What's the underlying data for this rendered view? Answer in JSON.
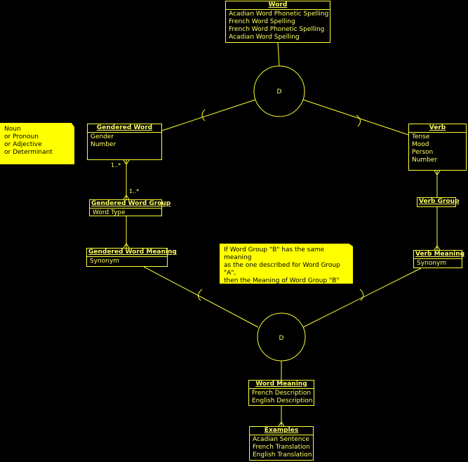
{
  "diagram": {
    "entities": {
      "word": {
        "title": "Word",
        "attributes": [
          "Acadian Word Phonetic Spelling",
          "French Word Spelling",
          "French Word Phonetic Spelling",
          "Acadian Word Spelling"
        ]
      },
      "gendered_word": {
        "title": "Gendered Word",
        "attributes": [
          "Gender",
          "Number"
        ]
      },
      "verb": {
        "title": "Verb",
        "attributes": [
          "Tense",
          "Mood",
          "Person",
          "Number"
        ]
      },
      "gendered_word_group": {
        "title": "Gendered Word Group",
        "attributes": [
          "Word Type"
        ]
      },
      "verb_group": {
        "title": "Verb Group",
        "attributes": []
      },
      "gendered_word_meaning": {
        "title": "Gendered Word Meaning",
        "attributes": [
          "Synonym"
        ]
      },
      "verb_meaning": {
        "title": "Verb Meaning",
        "attributes": [
          "Synonym"
        ]
      },
      "word_meaning": {
        "title": "Word Meaning",
        "attributes": [
          "French Description",
          "English Description"
        ]
      },
      "examples": {
        "title": "Examples",
        "attributes": [
          "Acadian Sentence",
          "French Translation",
          "English Translation"
        ]
      }
    },
    "disjoint_nodes": {
      "top_label": "D",
      "bottom_label": "D"
    },
    "multiplicities": {
      "gendered_word_side": "1..*",
      "group_side": "1..*"
    },
    "notes": {
      "left": "Noun\nor Pronoun\nor Adjective\nor Determinant",
      "middle": " If Word Group \"B\" has the same meaning\n as the one described for Word Group \"A\",\n then the Meaning of Word Group \"B\" can"
    },
    "colors": {
      "background": "#000000",
      "stroke": "#ffff33",
      "text": "#ffff66",
      "note": "#ffff00"
    }
  }
}
